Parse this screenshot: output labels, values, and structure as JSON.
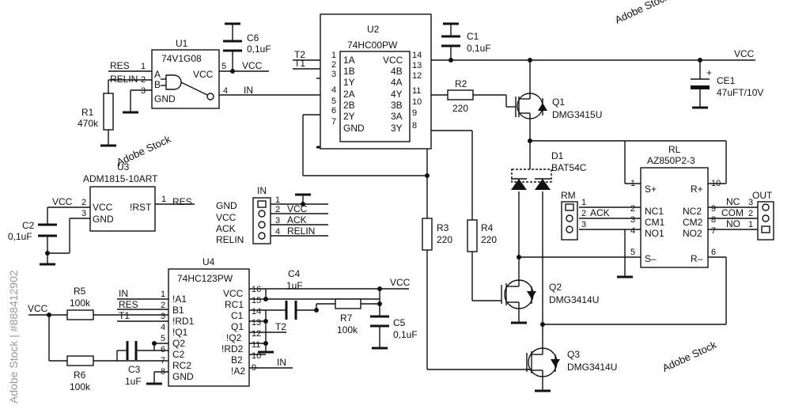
{
  "components": {
    "U1": {
      "ref": "U1",
      "part": "74V1G08",
      "pins": [
        "RES",
        "1",
        "RELIN",
        "2",
        "A",
        "B",
        "3",
        "GND",
        "5",
        "VCC",
        "VCC",
        "4",
        "IN"
      ]
    },
    "U2": {
      "ref": "U2",
      "part": "74HC00PW",
      "left": [
        "T2",
        "1",
        "1A",
        "T1",
        "2",
        "1B",
        "3",
        "1Y",
        "4",
        "2A",
        "5",
        "2B",
        "6",
        "2Y",
        "7",
        "GND"
      ],
      "right": [
        "VCC",
        "14",
        "4B",
        "13",
        "4A",
        "12",
        "4Y",
        "11",
        "3B",
        "10",
        "3A",
        "9",
        "3Y",
        "8"
      ]
    },
    "U3": {
      "ref": "U3",
      "part": "ADM1815-10ART",
      "pins": [
        "VCC",
        "2",
        "VCC",
        "3",
        "GND",
        "!RST",
        "1",
        "RES"
      ]
    },
    "U4": {
      "ref": "U4",
      "part": "74HC123PW",
      "left": [
        "!A1",
        "1",
        "B1",
        "2",
        "!RD1",
        "3",
        "!Q1",
        "4",
        "Q2",
        "5",
        "C2",
        "6",
        "RC2",
        "7",
        "GND",
        "8"
      ],
      "right": [
        "VCC",
        "16",
        "RC1",
        "15",
        "C1",
        "14",
        "Q1",
        "13",
        "!Q2",
        "12",
        "!RD2",
        "11",
        "B2",
        "10",
        "!A2",
        "9"
      ],
      "nets": [
        "IN",
        "RES",
        "T1",
        "VCC",
        "T2",
        "IN"
      ]
    },
    "RL": {
      "ref": "RL",
      "part": "AZ850P2-3",
      "left": [
        "S+",
        "1",
        "NC1",
        "2",
        "CM1",
        "3",
        "NO1",
        "4",
        "S–",
        "5"
      ],
      "right": [
        "R+",
        "10",
        "NC2",
        "9",
        "CM2",
        "8",
        "NO2",
        "7",
        "R–",
        "6"
      ]
    },
    "C6": {
      "ref": "C6",
      "value": "0,1uF"
    },
    "C1": {
      "ref": "C1",
      "value": "0,1uF"
    },
    "C2": {
      "ref": "C2",
      "value": "0,1uF"
    },
    "C3": {
      "ref": "C3",
      "value": "1uF"
    },
    "C4": {
      "ref": "C4",
      "value": "1uF"
    },
    "C5": {
      "ref": "C5",
      "value": "0,1uF"
    },
    "CE1": {
      "ref": "CE1",
      "value": "47uFT/10V",
      "plus": "+"
    },
    "R1": {
      "ref": "R1",
      "value": "470k"
    },
    "R2": {
      "ref": "R2",
      "value": "220"
    },
    "R3": {
      "ref": "R3",
      "value": "220"
    },
    "R4": {
      "ref": "R4",
      "value": "220"
    },
    "R5": {
      "ref": "R5",
      "value": "100k"
    },
    "R6": {
      "ref": "R6",
      "value": "100k"
    },
    "R7": {
      "ref": "R7",
      "value": "100k"
    },
    "Q1": {
      "ref": "Q1",
      "part": "DMG3415U"
    },
    "Q2": {
      "ref": "Q2",
      "part": "DMG3414U"
    },
    "Q3": {
      "ref": "Q3",
      "part": "DMG3414U"
    },
    "D1": {
      "ref": "D1",
      "part": "BAT54C"
    }
  },
  "connectors": {
    "IN": {
      "title": "IN",
      "signals": [
        "GND",
        "VCC",
        "ACK",
        "RELIN"
      ],
      "pins": [
        "1",
        "2",
        "3",
        "4"
      ]
    },
    "RM": {
      "title": "RM",
      "pins": [
        "1",
        "2",
        "3"
      ],
      "net": "ACK"
    },
    "OUT": {
      "title": "OUT",
      "pins": [
        "3",
        "2",
        "1"
      ],
      "signals": [
        "NC",
        "COM",
        "NO"
      ]
    }
  },
  "nets": {
    "vcc_rail": "VCC",
    "vcc_left": "VCC",
    "ack": "ACK",
    "relin": "RELIN",
    "vcc": "VCC",
    "in_u1": "IN",
    "in_u4": "IN"
  },
  "watermark": {
    "side": "Adobe Stock | #888412902",
    "tiles": [
      "Adobe Stock"
    ]
  }
}
